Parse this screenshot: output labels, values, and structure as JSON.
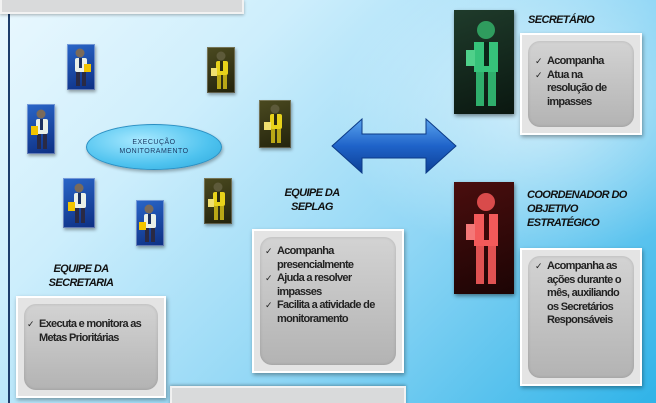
{
  "center_label": "EXECUÇÃO MONITORAMENTO",
  "equipe_secretaria": {
    "title": "EQUIPE DA SECRETARIA",
    "items": [
      "Executa e monitora as Metas Prioritárias"
    ]
  },
  "equipe_seplag": {
    "title": "EQUIPE DA SEPLAG",
    "items": [
      "Acompanha presencialmente",
      "Ajuda a resolver impasses",
      "Facilita a atividade de monitoramento"
    ]
  },
  "secretario": {
    "title": "SECRETÁRIO",
    "items": [
      "Acompanha",
      "Atua na resolução de impasses"
    ]
  },
  "coordenador": {
    "title": "COORDENADOR DO OBJETIVO ESTRATÉGICO",
    "items": [
      "Acompanha as ações durante o mês, auxiliando os Secretários Responsáveis"
    ]
  },
  "colors": {
    "blue_team": "#1c4fb0",
    "seplag_team": "#e8d21a",
    "secretario": "#2fc27a",
    "coordenador": "#f25a5a",
    "arrow": "#1f63c9"
  },
  "icons": {
    "person": "person-icon",
    "arrow": "double-arrow-icon"
  }
}
